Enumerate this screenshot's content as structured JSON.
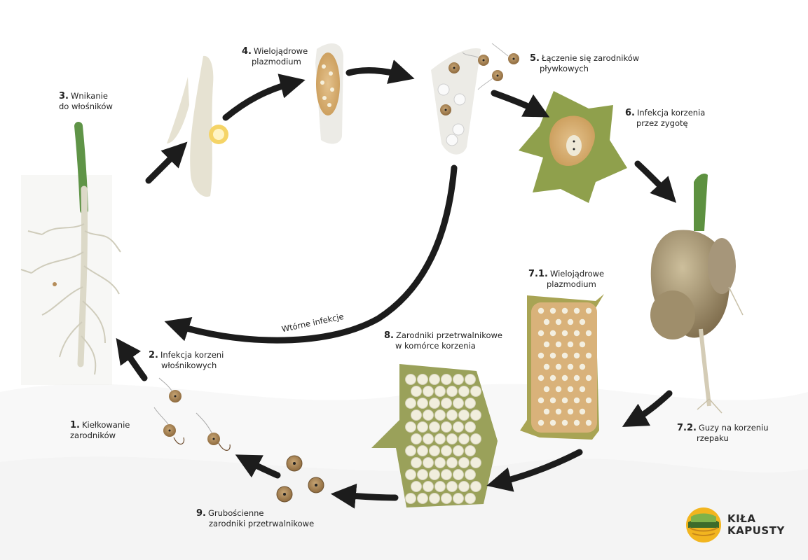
{
  "stages": [
    {
      "num": "1.",
      "text_lines": [
        "Kiełkowanie",
        "zarodników"
      ]
    },
    {
      "num": "2.",
      "text_lines": [
        "Infekcja korzeni",
        "włośnikowych"
      ]
    },
    {
      "num": "3.",
      "text_lines": [
        "Wnikanie",
        "do włośników"
      ]
    },
    {
      "num": "4.",
      "text_lines": [
        "Wielojądrowe",
        "plazmodium"
      ]
    },
    {
      "num": "5.",
      "text_lines": [
        "Łączenie się zarodników",
        "pływkowych"
      ]
    },
    {
      "num": "6.",
      "text_lines": [
        "Infekcja korzenia",
        "przez zygotę"
      ]
    },
    {
      "num": "7.1.",
      "text_lines": [
        "Wielojądrowe",
        "plazmodium"
      ]
    },
    {
      "num": "7.2.",
      "text_lines": [
        "Guzy na korzeniu",
        "rzepaku"
      ]
    },
    {
      "num": "8.",
      "text_lines": [
        "Zarodniki przetrwalnikowe",
        "w komórce korzenia"
      ]
    },
    {
      "num": "9.",
      "text_lines": [
        "Grubościenne",
        "zarodniki przetrwalnikowe"
      ]
    }
  ],
  "secondary_infection_label": "Wtórne infekcje",
  "brand": {
    "line1": "KIŁA",
    "line2": "KAPUSTY"
  },
  "colors": {
    "arrow": "#1c1c1c",
    "plasmodium_fill": "#d9b27a",
    "cell_green": "#8ea04e",
    "spore_brown": "#a88556",
    "root_pale": "#e8e5d8",
    "leaf_green": "#5d9140"
  }
}
